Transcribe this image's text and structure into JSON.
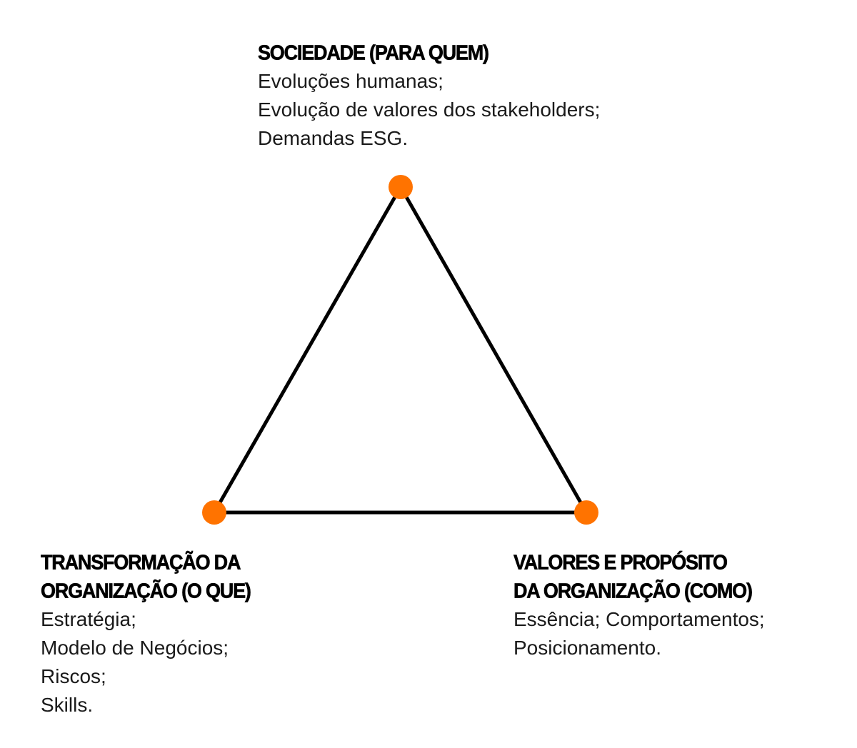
{
  "colors": {
    "vertex": "#FF7300",
    "edge": "#000000"
  },
  "top": {
    "heading": [
      "SOCIEDADE (PARA QUEM)"
    ],
    "items": [
      "Evoluções humanas;",
      "Evolução de valores dos stakeholders;",
      "Demandas ESG."
    ]
  },
  "left": {
    "heading": [
      "TRANSFORMAÇÃO DA",
      "ORGANIZAÇÃO (O QUE)"
    ],
    "items": [
      "Estratégia;",
      "Modelo de Negócios;",
      "Riscos;",
      "Skills."
    ]
  },
  "right": {
    "heading": [
      "VALORES E PROPÓSITO",
      "DA ORGANIZAÇÃO (COMO)"
    ],
    "items": [
      "Essência; Comportamentos;",
      "Posicionamento."
    ]
  }
}
